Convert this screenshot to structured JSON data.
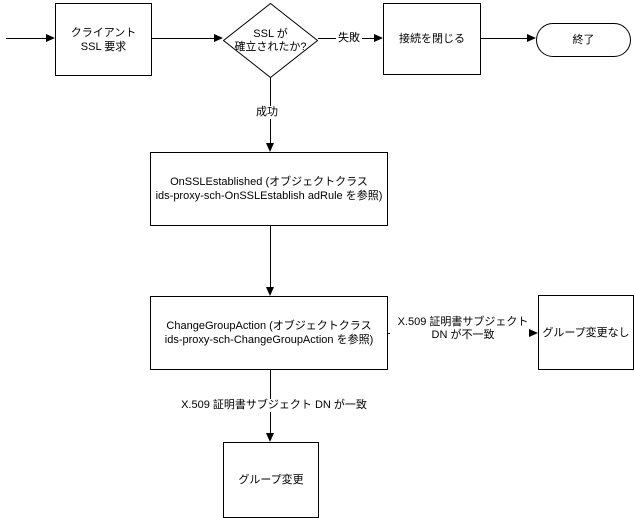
{
  "flowchart": {
    "nodes": {
      "client_ssl_request": {
        "line1": "クライアント",
        "line2": "SSL 要求"
      },
      "ssl_established_decision": {
        "line1": "SSL が",
        "line2": "確立されたか?"
      },
      "close_connection": {
        "label": "接続を閉じる"
      },
      "terminator_end": {
        "label": "終了"
      },
      "on_ssl_established": {
        "line1": "OnSSLEstablished (オブジェクトクラス",
        "line2": "ids-proxy-sch-OnSSLEstablish adRule を参照)"
      },
      "change_group_action": {
        "line1": "ChangeGroupAction (オブジェクトクラス",
        "line2": "ids-proxy-sch-ChangeGroupAction を参照)"
      },
      "no_group_change": {
        "label": "グループ変更なし"
      },
      "group_change": {
        "label": "グループ変更"
      }
    },
    "edge_labels": {
      "failure": "失敗",
      "success": "成功",
      "dn_mismatch_line1": "X.509 証明書サブジェクト",
      "dn_mismatch_line2": "DN が不一致",
      "dn_match": "X.509 証明書サブジェクト DN が一致"
    },
    "colors": {
      "line": "#000000",
      "text": "#000000",
      "background": "#ffffff"
    }
  }
}
